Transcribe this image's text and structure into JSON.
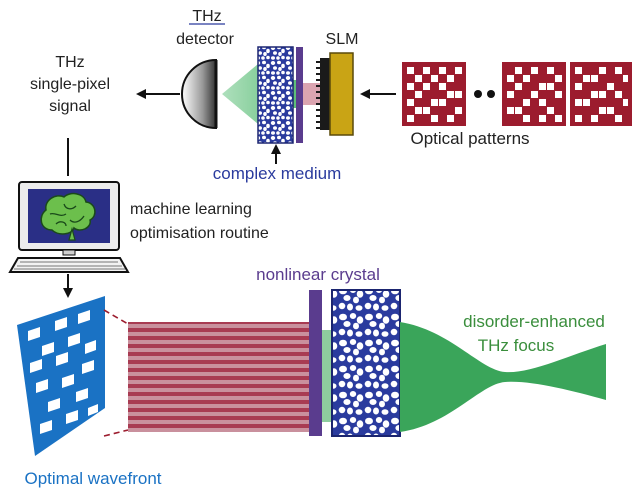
{
  "labels": {
    "thz_detector_line1": "THz",
    "thz_detector_line2": "detector",
    "slm": "SLM",
    "signal_line1": "THz",
    "signal_line2": "single-pixel",
    "signal_line3": "signal",
    "optical_patterns": "Optical patterns",
    "complex_medium": "complex medium",
    "ml_line1": "machine learning",
    "ml_line2": "optimisation routine",
    "nonlinear_crystal": "nonlinear crystal",
    "focus_line1": "disorder-enhanced",
    "focus_line2": "THz focus",
    "optimal_wavefront": "Optimal wavefront"
  },
  "colors": {
    "medium_blue": "#2a3b9e",
    "crystal_purple": "#5a3c8e",
    "pattern_red": "#9c1c2e",
    "slm_gold": "#c9a415",
    "green_beam": "#3aa55a",
    "wavefront_blue": "#1a72c4",
    "label_blue": "#2a3b9e",
    "label_green": "#3a8e3c",
    "label_purple": "#5a3c8e",
    "beam_pink": "#c26b7e"
  },
  "icons": {
    "detector": "half-dome-detector-icon",
    "computer": "computer-monitor-icon",
    "brain": "brain-icon",
    "keyboard": "keyboard-icon"
  }
}
